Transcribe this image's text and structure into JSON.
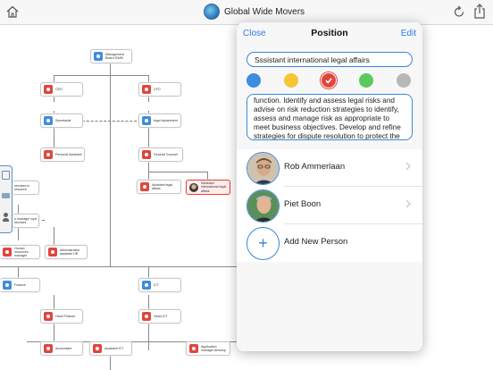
{
  "app": {
    "title": "Global Wide Movers"
  },
  "toolbar": {
    "home_icon": "home-icon",
    "refresh_icon": "refresh-icon",
    "share_icon": "share-icon"
  },
  "org_chart": {
    "nodes": [
      {
        "label": "Management Board GWM",
        "color": "blue"
      },
      {
        "label": "CEO",
        "color": "red"
      },
      {
        "label": "CFO",
        "color": "red"
      },
      {
        "label": "Secretariat",
        "color": "blue"
      },
      {
        "label": "legal department",
        "color": "blue"
      },
      {
        "label": "Personal Assistant",
        "color": "red"
      },
      {
        "label": "General Counsel",
        "color": "red"
      },
      {
        "label": "Assistant legal affairs",
        "color": "red"
      },
      {
        "label": "Sssistant international legal affairs",
        "color": "photo"
      },
      {
        "label": "services er resource",
        "color": "blue"
      },
      {
        "label": "n manager rope services",
        "color": "blue"
      },
      {
        "label": "Human resources manager",
        "color": "red"
      },
      {
        "label": "administrative assistant HR",
        "color": "red"
      },
      {
        "label": "Finance",
        "color": "blue"
      },
      {
        "label": "ICT",
        "color": "blue"
      },
      {
        "label": "Head Finance",
        "color": "red"
      },
      {
        "label": "Head ICT",
        "color": "red"
      },
      {
        "label": "Accountant",
        "color": "red"
      },
      {
        "label": "Assistant ICT",
        "color": "red"
      },
      {
        "label": "Application manager desktop",
        "color": "red"
      }
    ]
  },
  "panel": {
    "close_label": "Close",
    "title": "Position",
    "edit_label": "Edit",
    "position_title": "Sssistant international legal affairs",
    "colors": [
      "#3b8de0",
      "#f5c535",
      "#e0463c",
      "#5cc95c",
      "#b7b7b7"
    ],
    "selected_color_index": 2,
    "description": "function. Identify and assess legal risks and advise on risk reduction strategies to identify, assess and manage risk as appropriate to meet business objectives. Develop and refine strategies for dispute resolution to protect the",
    "people": [
      {
        "name": "Rob Ammerlaan"
      },
      {
        "name": "Piet Boon"
      }
    ],
    "add_person_label": "Add New Person"
  }
}
